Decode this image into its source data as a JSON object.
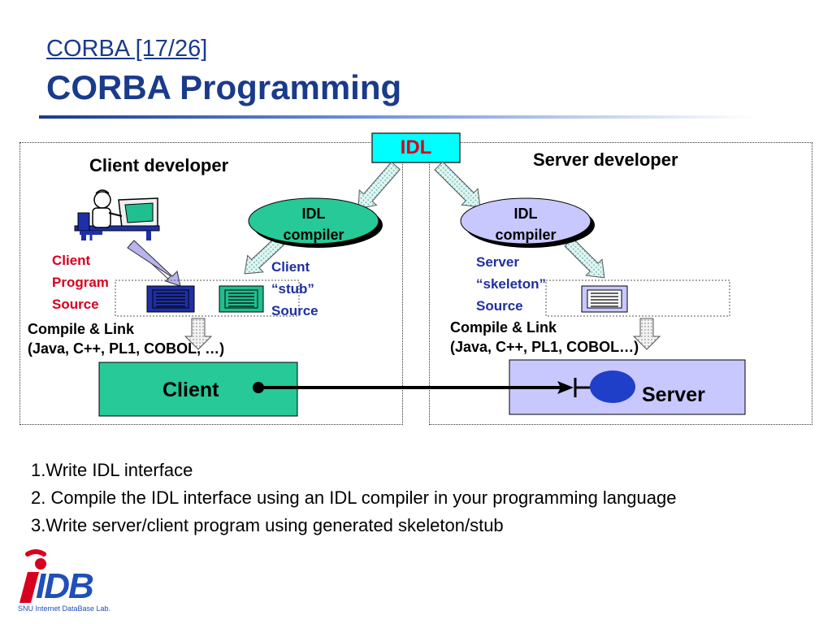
{
  "header": {
    "subtitle": "CORBA [17/26]",
    "title": "CORBA Programming"
  },
  "diagram": {
    "idl": "IDL",
    "client_developer": "Client developer",
    "server_developer": "Server developer",
    "idl_compiler_left": [
      "IDL",
      "compiler"
    ],
    "idl_compiler_right": [
      "IDL",
      "compiler"
    ],
    "client_program_source": [
      "Client",
      "Program",
      "Source"
    ],
    "client_stub_source": [
      "Client",
      "“stub”",
      "Source"
    ],
    "server_skeleton_source": [
      "Server",
      "“skeleton”",
      "Source"
    ],
    "compile_link_left": [
      "Compile & Link",
      "(Java, C++, PL1, COBOL, …)"
    ],
    "compile_link_right": [
      "Compile & Link",
      "(Java, C++, PL1,  COBOL…)"
    ],
    "client": "Client",
    "server": "Server",
    "colors": {
      "idl_box": "#00ffff",
      "client_fill": "#26c997",
      "server_fill": "#c8c8ff",
      "program_source": "#1f2fa8",
      "stub_source": "#1fbf8f",
      "skeleton_source": "#c8c8ff",
      "object": "#1f3fc8"
    }
  },
  "steps": [
    "1.Write IDL interface",
    "2. Compile the IDL interface using an IDL compiler in your programming language",
    "3.Write server/client program using generated skeleton/stub"
  ],
  "logo": {
    "text": "IDB",
    "caption": "SNU Internet DataBase Lab."
  }
}
